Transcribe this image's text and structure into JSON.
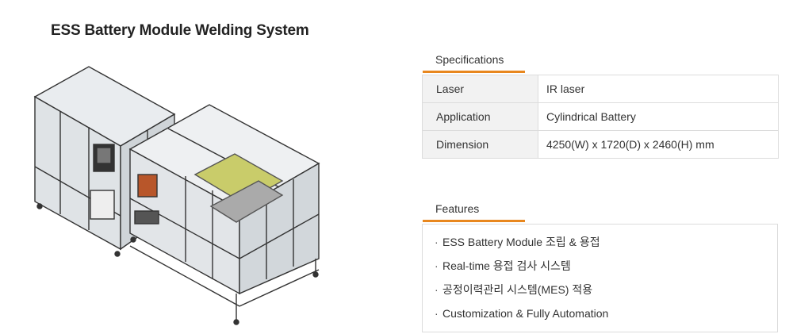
{
  "page_title": "ESS Battery Module Welding System",
  "specifications": {
    "heading": "Specifications",
    "rows": [
      {
        "label": "Laser",
        "value": "IR laser"
      },
      {
        "label": "Application",
        "value": "Cylindrical Battery"
      },
      {
        "label": "Dimension",
        "value": "4250(W) x 1720(D) x 2460(H) mm"
      }
    ]
  },
  "features": {
    "heading": "Features",
    "bullet": "·",
    "items": [
      "ESS Battery Module 조립 & 용접",
      "Real-time 용접 검사 시스템",
      "공정이력관리 시스템(MES) 적용",
      "Customization & Fully Automation"
    ]
  },
  "colors": {
    "accent": "#e8871e",
    "border": "#dcdcdc",
    "label_bg": "#f2f2f2"
  }
}
